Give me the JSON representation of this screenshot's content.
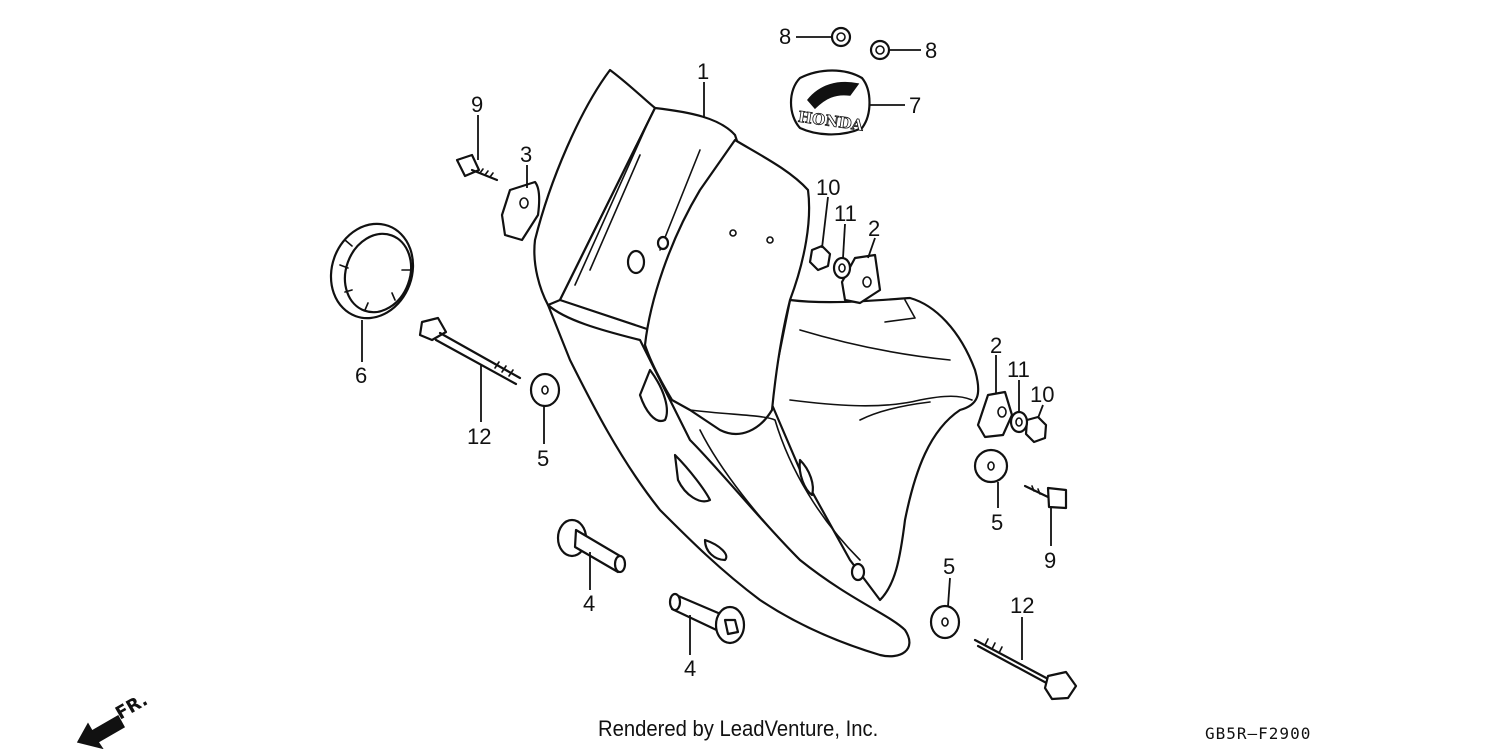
{
  "callouts": [
    {
      "id": "c1",
      "label": "1"
    },
    {
      "id": "c2a",
      "label": "2"
    },
    {
      "id": "c2b",
      "label": "2"
    },
    {
      "id": "c3",
      "label": "3"
    },
    {
      "id": "c4a",
      "label": "4"
    },
    {
      "id": "c4b",
      "label": "4"
    },
    {
      "id": "c5a",
      "label": "5"
    },
    {
      "id": "c5b",
      "label": "5"
    },
    {
      "id": "c5c",
      "label": "5"
    },
    {
      "id": "c6",
      "label": "6"
    },
    {
      "id": "c7",
      "label": "7"
    },
    {
      "id": "c8a",
      "label": "8"
    },
    {
      "id": "c8b",
      "label": "8"
    },
    {
      "id": "c9a",
      "label": "9"
    },
    {
      "id": "c9b",
      "label": "9"
    },
    {
      "id": "c10a",
      "label": "10"
    },
    {
      "id": "c10b",
      "label": "10"
    },
    {
      "id": "c11a",
      "label": "11"
    },
    {
      "id": "c11b",
      "label": "11"
    },
    {
      "id": "c12a",
      "label": "12"
    },
    {
      "id": "c12b",
      "label": "12"
    }
  ],
  "direction_label": "FR.",
  "logo_text": "HONDA",
  "credit": "Rendered by LeadVenture, Inc.",
  "diagram_code": "GB5R–F2900"
}
